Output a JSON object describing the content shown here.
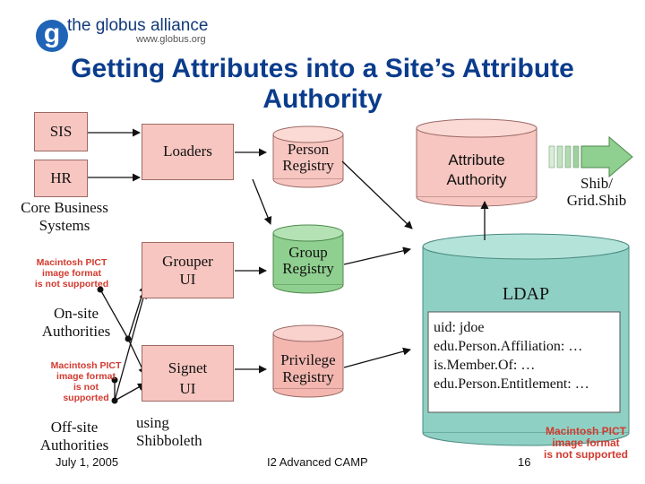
{
  "logo": {
    "name": "the globus alliance",
    "url": "www.globus.org",
    "mark": "g"
  },
  "title": {
    "line1": "Getting Attributes into a Site’s Attribute",
    "line2": "Authority"
  },
  "sources": {
    "sis": "SIS",
    "hr": "HR",
    "core_line1": "Core Business",
    "core_line2": "Systems"
  },
  "tools": {
    "loaders": "Loaders",
    "grouper_line1": "Grouper",
    "grouper_line2": "UI",
    "signet_line1": "Signet",
    "signet_line2": "UI"
  },
  "registries": {
    "person_line1": "Person",
    "person_line2": "Registry",
    "group_line1": "Group",
    "group_line2": "Registry",
    "privilege_line1": "Privilege",
    "privilege_line2": "Registry"
  },
  "attribute_authority": {
    "line1": "Attribute",
    "line2": "Authority"
  },
  "shib": {
    "line1": "Shib/",
    "line2": "Grid.Shib"
  },
  "ldap": {
    "label": "LDAP",
    "entries": [
      "uid: jdoe",
      "edu.Person.Affiliation: …",
      "is.Member.Of: …",
      "edu.Person.Entitlement: …"
    ]
  },
  "authorities": {
    "onsite_line1": "On-site",
    "onsite_line2": "Authorities",
    "offsite_line1": "Off-site",
    "offsite_line2": "Authorities",
    "using_line1": "using",
    "using_line2": "Shibboleth"
  },
  "pict_placeholder": {
    "line1": "Macintosh PICT",
    "line2": "image format",
    "line3": "is not supported"
  },
  "footer": {
    "date": "July 1, 2005",
    "event": "I2 Advanced CAMP",
    "page": "16"
  },
  "colors": {
    "title": "#0b3c8c",
    "pink": "#f7c6c0",
    "green": "#8fcf8f",
    "teal": "#8fd0c4",
    "pict_red": "#d23a2f"
  }
}
